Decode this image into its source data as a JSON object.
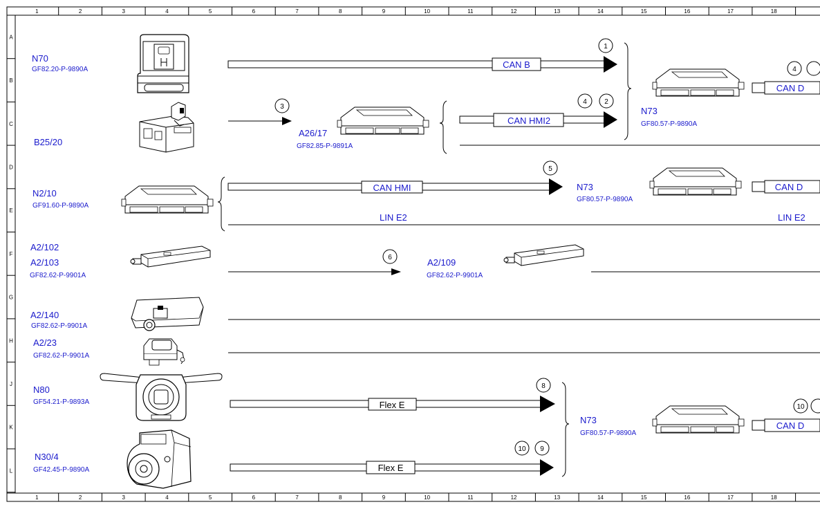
{
  "grid": {
    "columns": [
      "1",
      "2",
      "3",
      "4",
      "5",
      "6",
      "7",
      "8",
      "9",
      "10",
      "11",
      "12",
      "13",
      "14",
      "15",
      "16",
      "17",
      "18"
    ],
    "rows": [
      "A",
      "B",
      "C",
      "D",
      "E",
      "F",
      "G",
      "H",
      "J",
      "K",
      "L"
    ]
  },
  "components": {
    "n70": {
      "id": "N70",
      "ref": "GF82.20-P-9890A"
    },
    "b25_20": {
      "id": "B25/20"
    },
    "a26_17": {
      "id": "A26/17",
      "ref": "GF82.85-P-9891A"
    },
    "n2_10": {
      "id": "N2/10",
      "ref": "GF91.60-P-9890A"
    },
    "a2_102": {
      "id": "A2/102"
    },
    "a2_103": {
      "id": "A2/103",
      "ref": "GF82.62-P-9901A"
    },
    "a2_109": {
      "id": "A2/109",
      "ref": "GF82.62-P-9901A"
    },
    "a2_140": {
      "id": "A2/140",
      "ref": "GF82.62-P-9901A"
    },
    "a2_23": {
      "id": "A2/23",
      "ref": "GF82.62-P-9901A"
    },
    "n80": {
      "id": "N80",
      "ref": "GF54.21-P-9893A"
    },
    "n30_4": {
      "id": "N30/4",
      "ref": "GF42.45-P-9890A"
    },
    "n73_top": {
      "id": "N73",
      "ref": "GF80.57-P-9890A"
    },
    "n73_mid": {
      "id": "N73",
      "ref": "GF80.57-P-9890A"
    },
    "n73_bot": {
      "id": "N73",
      "ref": "GF80.57-P-9890A"
    }
  },
  "buses": {
    "can_b": "CAN B",
    "can_hmi2": "CAN HMI2",
    "can_hmi": "CAN HMI",
    "lin_e2": "LIN E2",
    "flex_e": "Flex E",
    "can_d": "CAN D"
  },
  "markers": {
    "m1": "1",
    "m2": "2",
    "m3": "3",
    "m4": "4",
    "m5": "5",
    "m6": "6",
    "m8": "8",
    "m9": "9",
    "m10": "10"
  }
}
